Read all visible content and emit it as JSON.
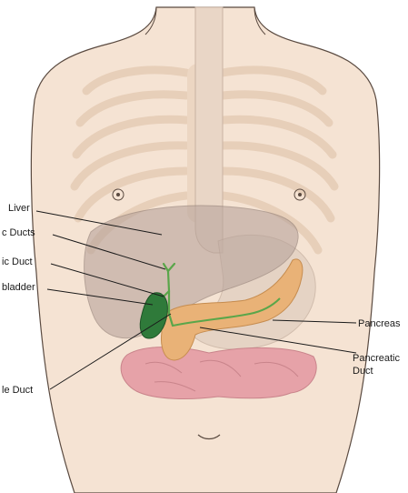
{
  "labels": {
    "liver": "Liver",
    "hepatic_ducts": "c Ducts",
    "cystic_duct": "ic Duct",
    "gallbladder": "bladder",
    "bile_duct": "le Duct",
    "pancreas": "Pancreas",
    "pancreatic_duct_line1": "Pancreatic",
    "pancreatic_duct_line2": "Duct"
  },
  "colors": {
    "skin": "#f5e3d3",
    "skin_outline": "#5a4a40",
    "ribcage": "#e6cdb7",
    "liver": "#b8a39b",
    "stomach": "#d9c6b8",
    "pancreas": "#e9b277",
    "gallbladder": "#2f7a3a",
    "ducts": "#5aa64a",
    "intestine": "#e6a2a8",
    "label_text": "#1a1a1a"
  }
}
